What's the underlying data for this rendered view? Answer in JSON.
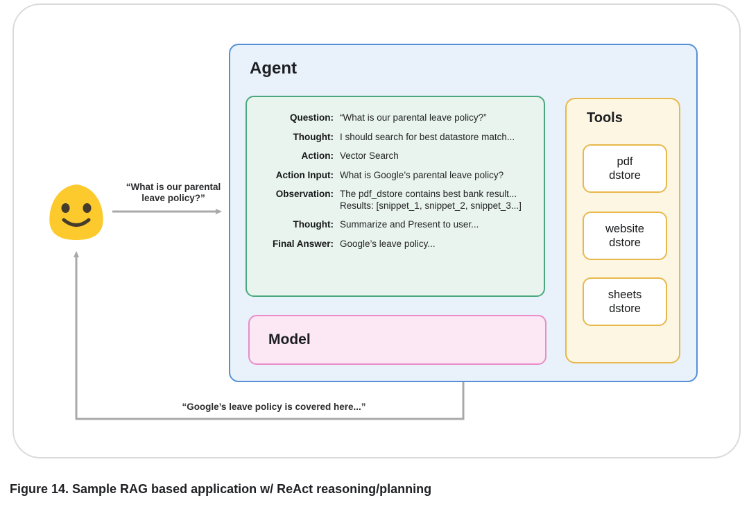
{
  "figure": {
    "caption": "Figure 14. Sample RAG based application w/ ReAct reasoning/planning"
  },
  "user": {
    "emoji": "blob-smiley",
    "request_line1": "“What is our parental",
    "request_line2": "leave policy?”",
    "response_text": "“Google’s leave policy is covered here...”"
  },
  "agent": {
    "title": "Agent",
    "react_trace": {
      "rows": [
        {
          "label": "Question:",
          "value": "“What is our parental leave policy?”"
        },
        {
          "label": "Thought:",
          "value": "I should search for best datastore match..."
        },
        {
          "label": "Action:",
          "value": "Vector Search"
        },
        {
          "label": "Action Input:",
          "value": "What is Google’s parental leave policy?"
        },
        {
          "label": "Observation:",
          "value": "The pdf_dstore contains best bank result...",
          "value_line2": "Results: [snippet_1, snippet_2, snippet_3...]"
        },
        {
          "label": "Thought:",
          "value": "Summarize and Present to user..."
        },
        {
          "label": "Final Answer:",
          "value": "Google’s leave policy..."
        }
      ]
    },
    "model": {
      "label": "Model"
    },
    "tools": {
      "title": "Tools",
      "items": [
        {
          "line1": "pdf",
          "line2": "dstore"
        },
        {
          "line1": "website",
          "line2": "dstore"
        },
        {
          "line1": "sheets",
          "line2": "dstore"
        }
      ]
    }
  },
  "colors": {
    "agent_border": "#5590d6",
    "agent_fill": "#e9f1fb",
    "react_border": "#49a97c",
    "react_fill": "#e9f4ee",
    "model_border": "#e98cc8",
    "model_fill": "#fbe8f4",
    "tools_border": "#e8b84b",
    "tools_fill": "#fdf6e3",
    "card_fill": "#ffffff",
    "frame_border": "#dadada",
    "arrow_gray": "#a9a9a9",
    "dots_gray": "#9a9a9a",
    "emoji_yellow": "#fcca2c",
    "emoji_face": "#453c2b",
    "text": "#202124"
  }
}
